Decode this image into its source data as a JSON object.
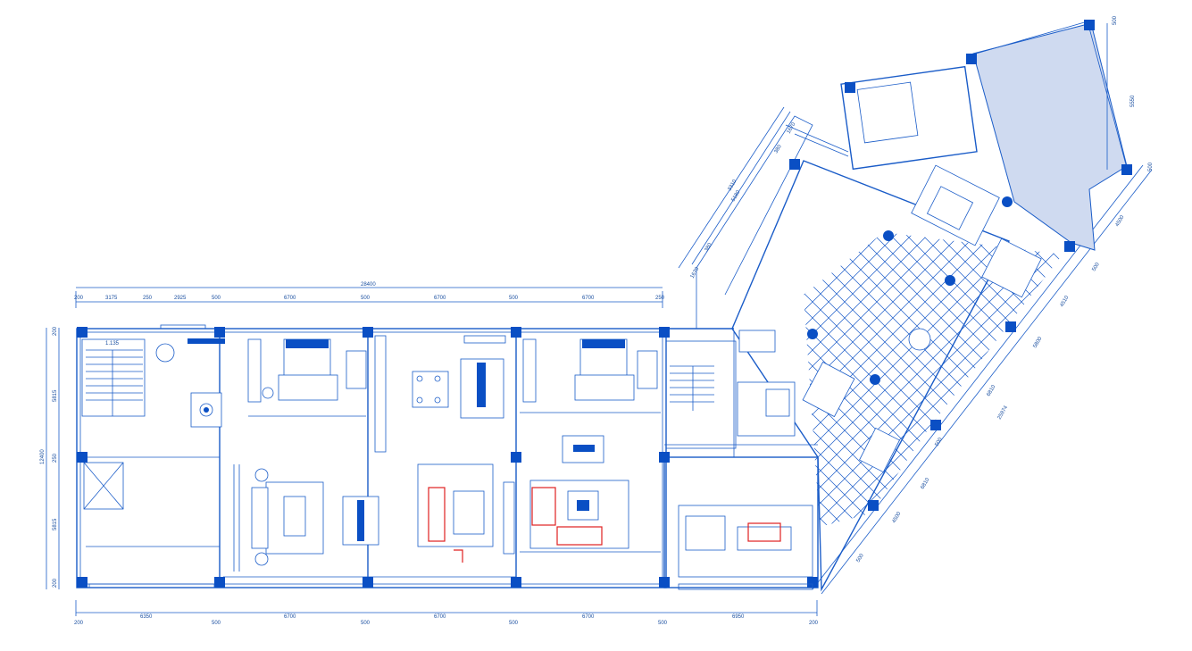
{
  "drawing": {
    "title_dim": "28400",
    "top_dims": [
      "200",
      "3175",
      "250",
      "2925",
      "500",
      "6700",
      "500",
      "6700",
      "500",
      "6700",
      "250"
    ],
    "bottom_dims": [
      "200",
      "6350",
      "500",
      "6700",
      "500",
      "6700",
      "500",
      "6700",
      "500",
      "6950",
      "200"
    ],
    "left_dims": [
      "200",
      "5815",
      "250",
      "5815",
      "200"
    ],
    "left_total": "12400",
    "stair_label": "1.135",
    "upper_dims": [
      "1670",
      "380",
      "5180",
      "3310",
      "380",
      "1670"
    ],
    "tower_dims": [
      "500",
      "5550",
      "500"
    ],
    "diag_dims": [
      "4500",
      "500",
      "4510",
      "5800",
      "6810",
      "25974",
      "500",
      "6810",
      "4500",
      "500"
    ]
  },
  "colors": {
    "line": "#1a5cc8",
    "column": "#0a4fc4",
    "accent": "#e02020"
  }
}
